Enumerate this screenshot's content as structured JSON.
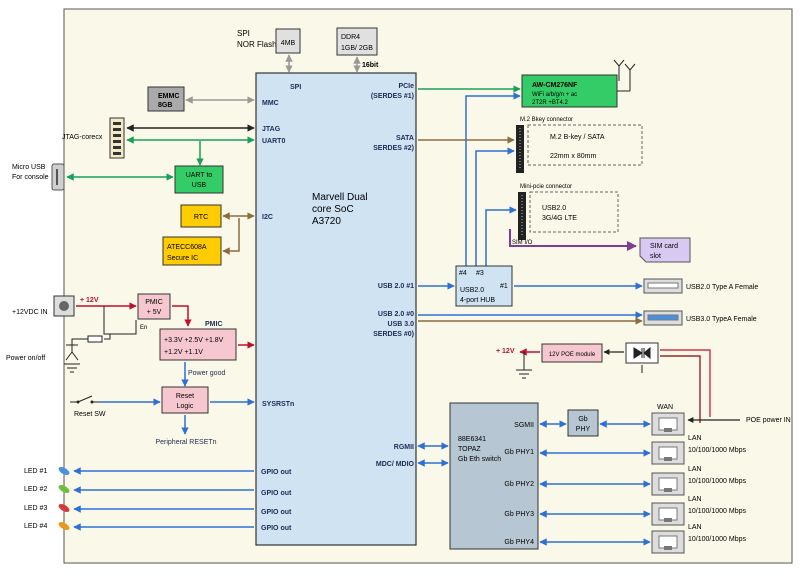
{
  "colors": {
    "board_fill": "#faf8e8",
    "soc_fill": "#cfe3f3",
    "green_box": "#33cc66",
    "gray_box": "#aaaaaa",
    "light_gray": "#e0e0e0",
    "yellow_box": "#ffcc00",
    "orange_box": "#ffd27f",
    "pink_box": "#f7c7cf",
    "lavender": "#d9c9f2",
    "blue_line": "#2d6fd6",
    "green_line": "#17a05a",
    "black_line": "#222222",
    "brown_line": "#8b6d3f",
    "red_line": "#c0102c",
    "purple_line": "#7d3c98",
    "switch_fill": "#b7c6d3"
  },
  "soc": {
    "line1": "Marvell Dual",
    "line2": "core SoC",
    "line3": "A3720",
    "pins": {
      "spi": "SPI",
      "mmc": "MMC",
      "jtag": "JTAG",
      "uart0": "UART0",
      "i2c": "I2C",
      "sysrst": "SYSRSTn",
      "gpio1": "GPIO out",
      "gpio2": "GPIO out",
      "gpio3": "GPIO out",
      "gpio4": "GPIO out",
      "pcie1": "PCIe",
      "pcie2": "(SERDES #1)",
      "sata1": "SATA",
      "sata2": "SERDES #2)",
      "usb20_1": "USB 2.0 #1",
      "usb20_0": "USB 2.0 #0",
      "usb30": "USB 3.0",
      "serdes0": "SERDES #0)",
      "rgmii": "RGMII",
      "mdc": "MDC/ MDIO"
    }
  },
  "spi_flash": {
    "label1": "SPI",
    "label2": "NOR Flash",
    "size": "4MB"
  },
  "ddr": {
    "line1": "DDR4",
    "line2": "1GB/ 2GB",
    "bus": "16bit"
  },
  "emmc": {
    "line1": "EMMC",
    "line2": "8GB"
  },
  "jtag": {
    "label": "JTAG-corecx"
  },
  "microusb": {
    "line1": "Micro USB",
    "line2": "For console"
  },
  "uart_usb": {
    "line1": "UART to",
    "line2": "USB"
  },
  "rtc": {
    "label": "RTC"
  },
  "atecc": {
    "line1": "ATECC608A",
    "line2": "Secure IC"
  },
  "power": {
    "dc_in": "+12VDC IN",
    "v12": "+ 12V",
    "pmic1_l1": "PMIC",
    "pmic1_l2": "+ 5V",
    "en": "En",
    "pmic2_title": "PMIC",
    "pmic2_l1": "+3.3V  +2.5V  +1.8V",
    "pmic2_l2": "+1.2V  +1.1V",
    "power_good": "Power good",
    "onoff": "Power on/off"
  },
  "reset": {
    "box_l1": "Reset",
    "box_l2": "Logic",
    "sw": "Reset SW",
    "peripheral": "Peripheral RESETn"
  },
  "leds": [
    "LED #1",
    "LED #2",
    "LED #3",
    "LED #4"
  ],
  "wifi": {
    "line1": "AW-CM276NF",
    "line2": "WiFi a/b/g/n + ac",
    "line3": "2T2R +BT4.2"
  },
  "m2": {
    "title": "M.2 Bkey connector",
    "line1": "M.2 B-key / SATA",
    "line2": "22mm x 80mm"
  },
  "minipcie": {
    "title": "Mini-pcie connector",
    "line1": "USB2.0",
    "line2": "3G/4G LTE",
    "sim_io": "SIM I/O"
  },
  "sim": {
    "line1": "SIM card",
    "line2": "slot"
  },
  "hub": {
    "port4": "#4",
    "port3": "#3",
    "port1": "#1",
    "line1": "USB2.0",
    "line2": "4-port HUB"
  },
  "usb_a": {
    "label1": "USB2.0 Type A Female",
    "label2": "USB3.0 TypeA Female"
  },
  "poe": {
    "v12": "+ 12V",
    "module": "12V POE module",
    "power_in": "POE power IN"
  },
  "switch": {
    "line1": "88E6341",
    "line2": "TOPAZ",
    "line3": "Gb Eth switch",
    "sgmii": "SGMII",
    "phy1": "Gb PHY1",
    "phy2": "Gb PHY2",
    "phy3": "Gb PHY3",
    "phy4": "Gb PHY4"
  },
  "gbphy": {
    "line1": "Gb",
    "line2": "PHY"
  },
  "ports": {
    "wan": "WAN",
    "lan": "LAN",
    "speed": "10/100/1000 Mbps"
  }
}
